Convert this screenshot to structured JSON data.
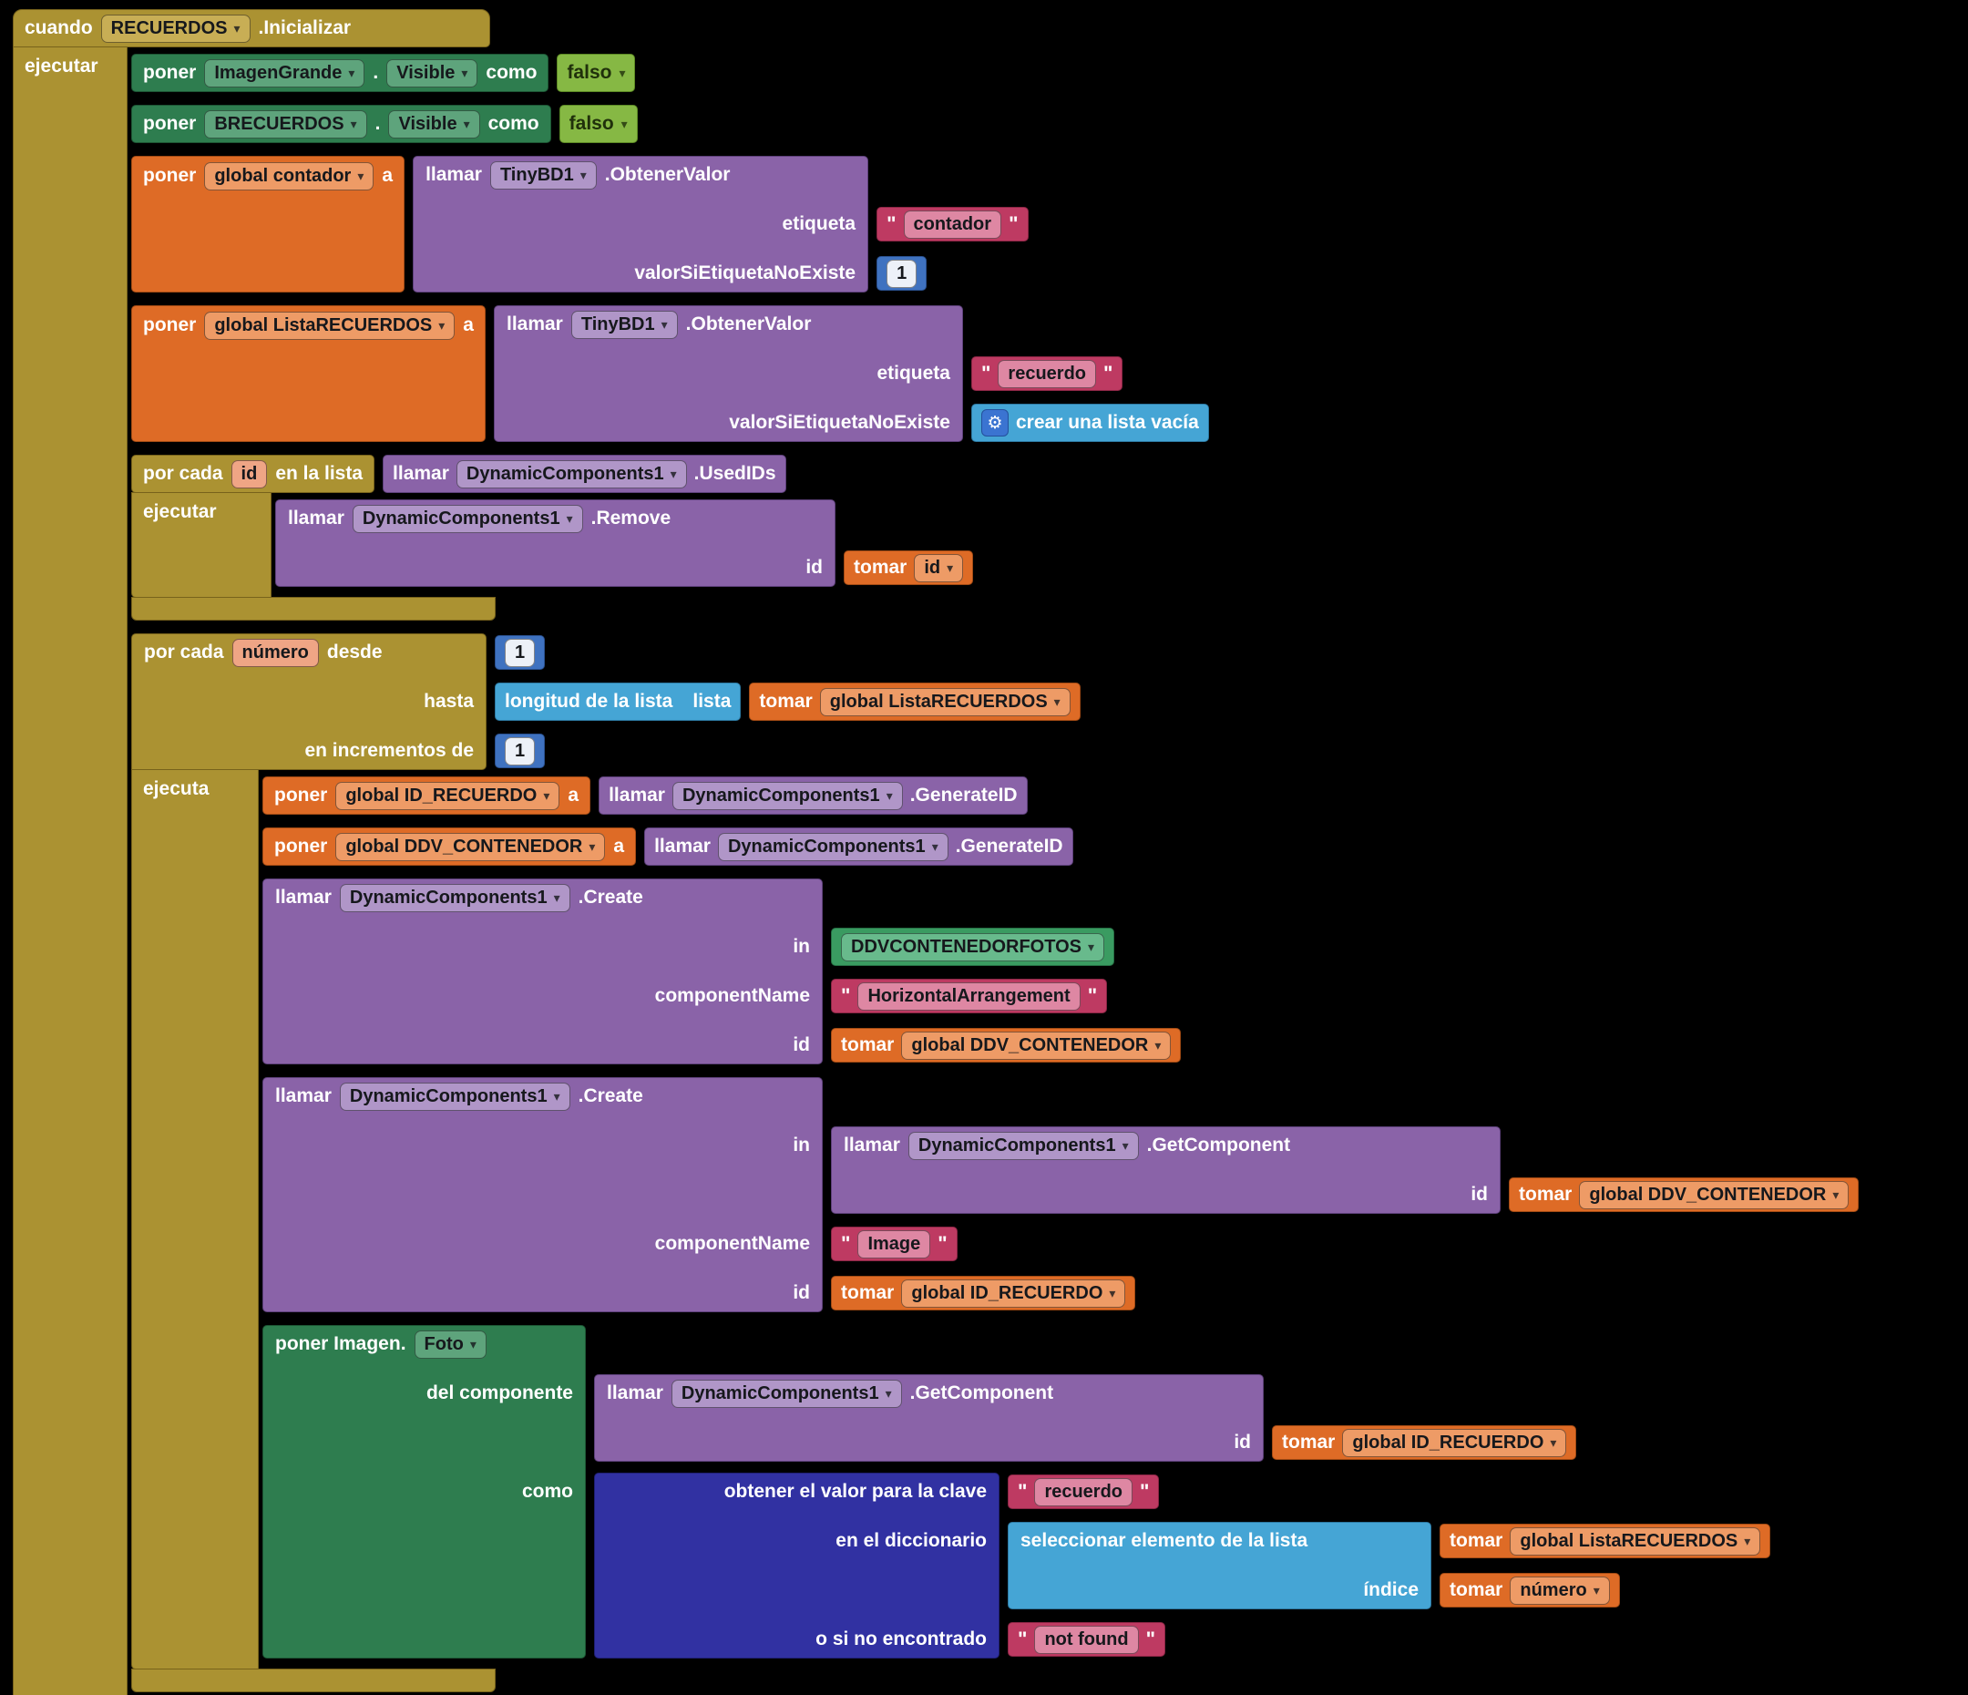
{
  "icons": {
    "dropdown": "▾",
    "gear": "⚙"
  },
  "punct": {
    "quote": "\"",
    "dot": "."
  },
  "event": {
    "cuando": "cuando",
    "component": "RECUERDOS",
    "method": ".Inicializar",
    "do_label": "ejecutar"
  },
  "set_visible_1": {
    "poner": "poner",
    "component": "ImagenGrande",
    "prop": "Visible",
    "como": "como",
    "value": "falso"
  },
  "set_visible_2": {
    "poner": "poner",
    "component": "BRECUERDOS",
    "prop": "Visible",
    "como": "como",
    "value": "falso"
  },
  "set_contador": {
    "poner": "poner",
    "var": "global contador",
    "a": "a",
    "llamar": "llamar",
    "component": "TinyBD1",
    "method": ".ObtenerValor",
    "arg_etiqueta": "etiqueta",
    "etiqueta_value": "contador",
    "arg_fallback": "valorSiEtiquetaNoExiste",
    "fallback_value": "1"
  },
  "set_lista": {
    "poner": "poner",
    "var": "global ListaRECUERDOS",
    "a": "a",
    "llamar": "llamar",
    "component": "TinyBD1",
    "method": ".ObtenerValor",
    "arg_etiqueta": "etiqueta",
    "etiqueta_value": "recuerdo",
    "arg_fallback": "valorSiEtiquetaNoExiste",
    "fallback_value": "crear una lista vacía"
  },
  "foreach_id": {
    "por_cada": "por cada",
    "var": "id",
    "en_la_lista": "en la lista",
    "llamar": "llamar",
    "component": "DynamicComponents1",
    "method_usedids": ".UsedIDs",
    "do_label": "ejecutar",
    "method_remove": ".Remove",
    "arg_id": "id",
    "tomar": "tomar",
    "tomar_var": "id"
  },
  "for_range": {
    "por_cada": "por cada",
    "var": "número",
    "desde": "desde",
    "desde_value": "1",
    "hasta": "hasta",
    "length_label": "longitud de la lista",
    "length_socket": "lista",
    "tomar": "tomar",
    "lista_var": "global ListaRECUERDOS",
    "incrementos": "en incrementos de",
    "incrementos_value": "1",
    "do_label": "ejecuta"
  },
  "set_id_recuerdo": {
    "poner": "poner",
    "var": "global ID_RECUERDO",
    "a": "a",
    "llamar": "llamar",
    "component": "DynamicComponents1",
    "method": ".GenerateID"
  },
  "set_ddv_contenedor": {
    "poner": "poner",
    "var": "global DDV_CONTENEDOR",
    "a": "a",
    "llamar": "llamar",
    "component": "DynamicComponents1",
    "method": ".GenerateID"
  },
  "create_arrangement": {
    "llamar": "llamar",
    "component": "DynamicComponents1",
    "method": ".Create",
    "arg_in": "in",
    "in_value": "DDVCONTENEDORFOTOS",
    "arg_component_name": "componentName",
    "component_name_value": "HorizontalArrangement",
    "arg_id": "id",
    "tomar": "tomar",
    "id_var": "global DDV_CONTENEDOR"
  },
  "create_image": {
    "llamar": "llamar",
    "component": "DynamicComponents1",
    "method": ".Create",
    "arg_in": "in",
    "get": {
      "llamar": "llamar",
      "component": "DynamicComponents1",
      "method": ".GetComponent",
      "arg_id": "id",
      "tomar": "tomar",
      "id_var": "global DDV_CONTENEDOR"
    },
    "arg_component_name": "componentName",
    "component_name_value": "Image",
    "arg_id": "id",
    "tomar": "tomar",
    "id_var": "global ID_RECUERDO"
  },
  "set_foto": {
    "poner": "poner Imagen.",
    "prop": "Foto",
    "arg_componente": "del componente",
    "get": {
      "llamar": "llamar",
      "component": "DynamicComponents1",
      "method": ".GetComponent",
      "arg_id": "id",
      "tomar": "tomar",
      "id_var": "global ID_RECUERDO"
    },
    "arg_como": "como",
    "dict": {
      "clave_label": "obtener el valor para la clave",
      "clave_value": "recuerdo",
      "dict_label": "en el diccionario",
      "select_label": "seleccionar elemento de la lista",
      "tomar": "tomar",
      "lista_var": "global ListaRECUERDOS",
      "indice_label": "índice",
      "indice_var": "número",
      "notfound_label": "o si no encontrado",
      "notfound_value": "not found"
    }
  }
}
